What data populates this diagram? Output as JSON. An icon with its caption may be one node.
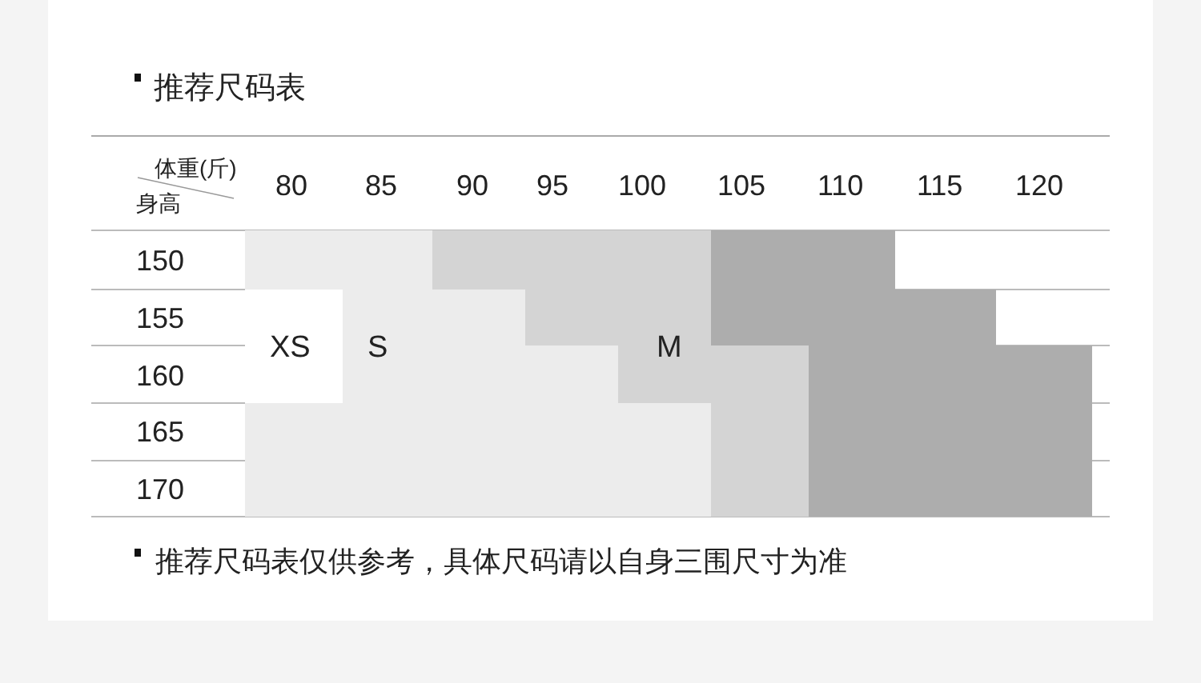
{
  "diagram": {
    "title": "推荐尺码表",
    "caption": "推荐尺码表仅供参考，具体尺码请以自身三围尺寸为准",
    "nodes": [
      {
        "text": [
          "S"
        ]
      },
      {
        "text": [
          "XS"
        ],
        "in": 0
      },
      {
        "text": [
          "M"
        ]
      },
      {
        "text": [],
        "shape": "box"
      }
    ],
    "labels": [
      "体重(斤)",
      "身高",
      "80",
      "85",
      "90",
      "95",
      "100",
      "105",
      "110",
      "115",
      "120",
      "150",
      "155",
      "160",
      "165",
      "170"
    ]
  }
}
